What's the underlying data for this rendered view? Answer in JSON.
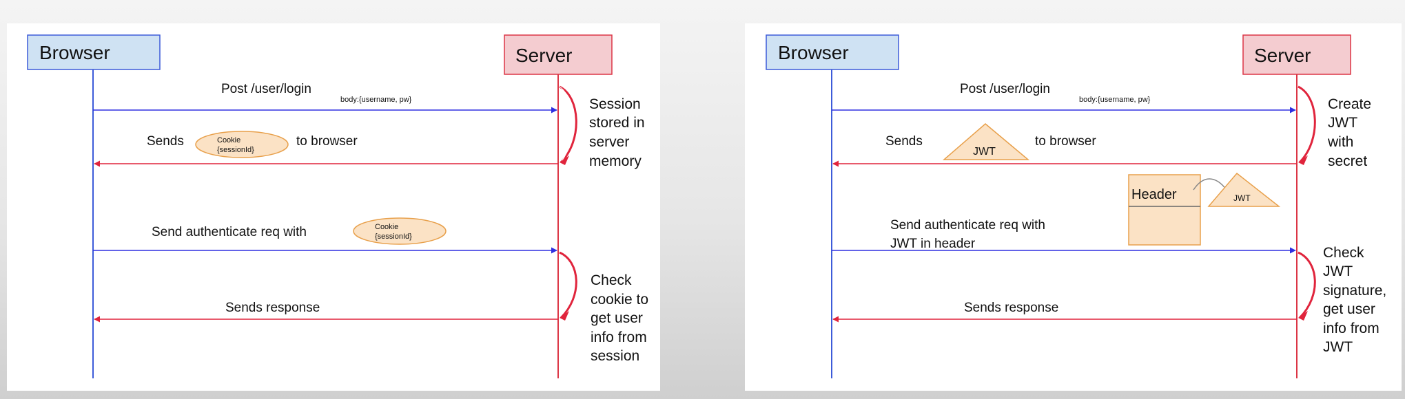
{
  "panels": [
    {
      "browser_label": "Browser",
      "server_label": "Server",
      "login_label": "Post /user/login",
      "login_body": "body:{username, pw}",
      "sends_prefix": "Sends",
      "sends_suffix": "to browser",
      "cookie_line1": "Cookie",
      "cookie_line2": "{sessionId}",
      "auth_label": "Send authenticate req with",
      "auth_cookie_line1": "Cookie",
      "auth_cookie_line2": "{sessionId}",
      "response_label": "Sends response",
      "note1_lines": [
        "Session",
        "stored in",
        "server",
        "memory"
      ],
      "note2_lines": [
        "Check",
        "cookie to",
        "get user",
        "info from",
        "session"
      ]
    },
    {
      "browser_label": "Browser",
      "server_label": "Server",
      "login_label": "Post /user/login",
      "login_body": "body:{username, pw}",
      "sends_prefix": "Sends",
      "sends_suffix": "to browser",
      "jwt_label": "JWT",
      "header_label": "Header",
      "header_jwt_label": "JWT",
      "auth_label_line1": "Send authenticate req with",
      "auth_label_line2": "JWT in header",
      "response_label": "Sends response",
      "note1_lines": [
        "Create",
        "JWT",
        "with",
        "secret"
      ],
      "note2_lines": [
        "Check",
        "JWT",
        "signature,",
        "get user",
        "info from",
        "JWT"
      ]
    }
  ],
  "colors": {
    "browser_fill": "#cfe2f3",
    "browser_stroke": "#3d5bd9",
    "server_fill": "#f4ccd0",
    "server_stroke": "#dc3545",
    "request_arrow": "#2f2fe0",
    "response_arrow": "#e0243c",
    "token_fill": "#fbe2c5",
    "token_stroke": "#e8a04b",
    "panel_bg": "#ffffff"
  }
}
